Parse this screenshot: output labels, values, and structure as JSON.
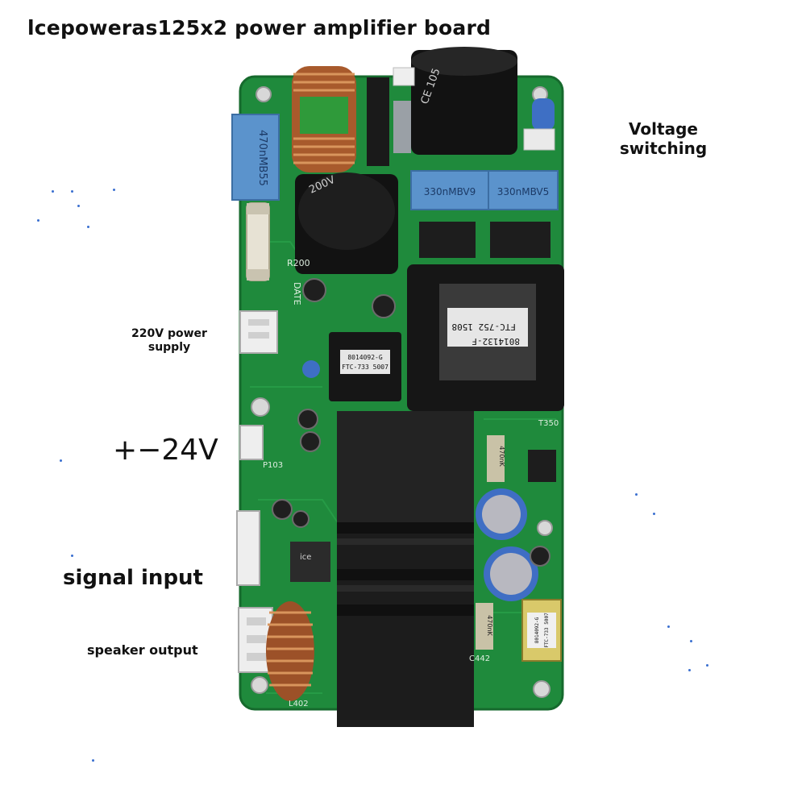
{
  "title": "lcepoweras125x2 power amplifier board",
  "labels": {
    "voltage_switching": "Voltage\nswitching",
    "power_supply": "220V power\nsupply",
    "plus_minus_24v": "+−24V",
    "signal_input": "signal input",
    "speaker_output": "speaker output"
  },
  "board_markings": {
    "cap_470": "470nMB55",
    "cap_330a": "330nMBV9",
    "cap_330b": "330nMBV5",
    "transformer_a": "FTC-752 1508",
    "transformer_b": "8014132-F",
    "module_a": "8014092-G",
    "module_b": "FTC-733 5007",
    "module_c": "8014092-G",
    "module_d": "FTC-733 5007",
    "resistor_a": "470nK",
    "resistor_b": "470nK",
    "chip": "ice",
    "silk_p103": "P103",
    "silk_t350": "T350",
    "silk_date": "DATE",
    "silk_r200": "R200",
    "silk_l402": "L402",
    "silk_c442": "C442"
  },
  "colors": {
    "pcb": "#1f8a3c",
    "pcb_dark": "#176b2e",
    "heatsink": "#1c1c1c",
    "capacitor_blue": "#4a86c8",
    "copper": "#b8663a"
  }
}
